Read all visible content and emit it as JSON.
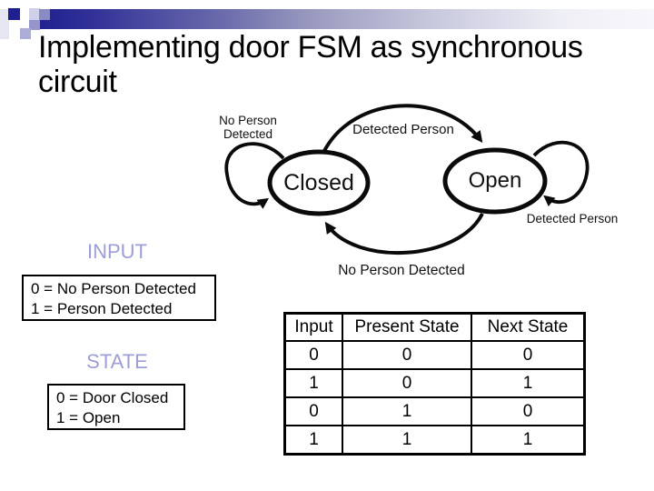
{
  "slide": {
    "title": "Implementing door FSM as synchronous\ncircuit"
  },
  "diagram": {
    "states": {
      "closed": "Closed",
      "open": "Open"
    },
    "transitions": {
      "closed_self_loop": "No Person\nDetected",
      "closed_to_open": "Detected Person",
      "open_to_closed": "No Person Detected",
      "open_self_loop": "Detected Person"
    }
  },
  "input_section": {
    "heading": "INPUT",
    "legend": "0 = No Person Detected\n1 = Person Detected"
  },
  "state_section": {
    "heading": "STATE",
    "legend": "0 = Door Closed\n1 = Open"
  },
  "table": {
    "columns": [
      "Input",
      "Present State",
      "Next State"
    ],
    "rows": [
      [
        "0",
        "0",
        "0"
      ],
      [
        "1",
        "0",
        "1"
      ],
      [
        "0",
        "1",
        "0"
      ],
      [
        "1",
        "1",
        "1"
      ]
    ]
  },
  "colors": {
    "heading_accent": "#9D9DD8",
    "band_dark": "#212190",
    "band_light": "#F7F7FB",
    "square_dark": "#1F1F90",
    "diagram_stroke": "#0A0A0A"
  }
}
